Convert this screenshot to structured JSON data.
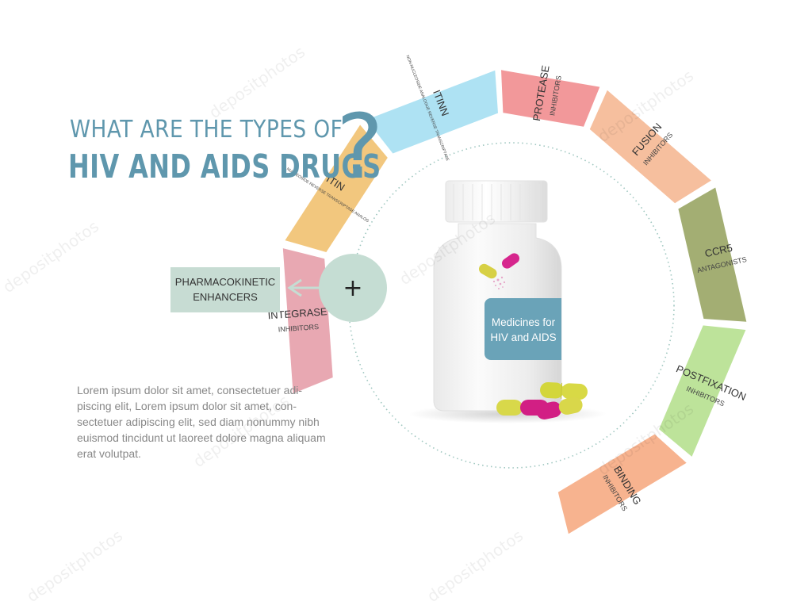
{
  "title": {
    "line1": "WHAT ARE THE TYPES OF",
    "line2": "HIV AND AIDS DRUGS",
    "question_mark": "?"
  },
  "enhancer": {
    "label_line1": "PHARMACOKINETIC",
    "label_line2": "ENHANCERS",
    "plus": "+"
  },
  "description": "Lorem ipsum dolor sit amet, consectetuer adi-piscing elit, Lorem ipsum dolor sit amet, con-sectetuer adipiscing elit, sed diam nonummy nibh euismod tincidunt ut laoreet dolore magna aliquam erat volutpat.",
  "bottle": {
    "label_line1": "Medicines for",
    "label_line2": "HIV and AIDS"
  },
  "segments": [
    {
      "id": "integrase",
      "title": "INTEGRASE",
      "subtitle": "INHIBITORS",
      "color": "#e8a8b2"
    },
    {
      "id": "itin",
      "title": "ITIN",
      "subtitle": "NUCLEOSIDE REVERSE TRANSCRIPTASE ANALOG",
      "color": "#f2c77e"
    },
    {
      "id": "itinn",
      "title": "ITINN",
      "subtitle": "NON-NUCLEOSIDE ANALOGUE REVERSE TRANSCRIPTASE",
      "color": "#aee2f3"
    },
    {
      "id": "protease",
      "title": "PROTEASE",
      "subtitle": "INHIBITORS",
      "color": "#f2989a"
    },
    {
      "id": "fusion",
      "title": "FUSION",
      "subtitle": "INHIBITORS",
      "color": "#f6bf9e"
    },
    {
      "id": "ccr5",
      "title": "CCR5",
      "subtitle": "ANTAGONISTS",
      "color": "#a3ae73"
    },
    {
      "id": "postfixation",
      "title": "POSTFIXATION",
      "subtitle": "INHIBITORS",
      "color": "#bde39a"
    },
    {
      "id": "binding",
      "title": "BINDING",
      "subtitle": "INHIBITORS",
      "color": "#f7b38f"
    }
  ],
  "watermark": "depositphotos"
}
